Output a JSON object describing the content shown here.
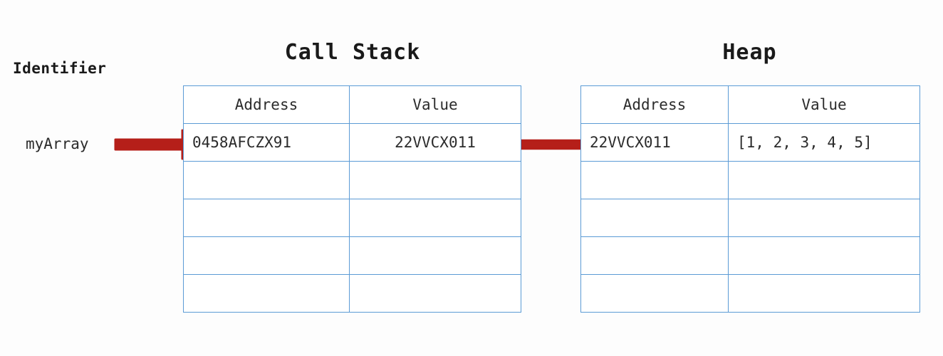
{
  "diagram": {
    "identifier_heading": "Identifier",
    "identifier_name": "myArray",
    "colors": {
      "table_border": "#5b9bd5",
      "arrow": "#b51f19",
      "text": "#2b2b2b",
      "background": "#fdfdfd"
    }
  },
  "call_stack": {
    "title": "Call Stack",
    "columns": [
      "Address",
      "Value"
    ],
    "rows": [
      {
        "address": "0458AFCZX91",
        "value": "22VVCX011"
      },
      {
        "address": "",
        "value": ""
      },
      {
        "address": "",
        "value": ""
      },
      {
        "address": "",
        "value": ""
      },
      {
        "address": "",
        "value": ""
      }
    ]
  },
  "heap": {
    "title": "Heap",
    "columns": [
      "Address",
      "Value"
    ],
    "rows": [
      {
        "address": "22VVCX011",
        "value": "[1, 2, 3, 4, 5]"
      },
      {
        "address": "",
        "value": ""
      },
      {
        "address": "",
        "value": ""
      },
      {
        "address": "",
        "value": ""
      },
      {
        "address": "",
        "value": ""
      }
    ]
  },
  "arrows": [
    {
      "name": "identifier-to-stack-address",
      "from": "myArray",
      "to": "0458AFCZX91"
    },
    {
      "name": "stack-value-to-heap-address",
      "from": "22VVCX011",
      "to": "22VVCX011"
    }
  ]
}
